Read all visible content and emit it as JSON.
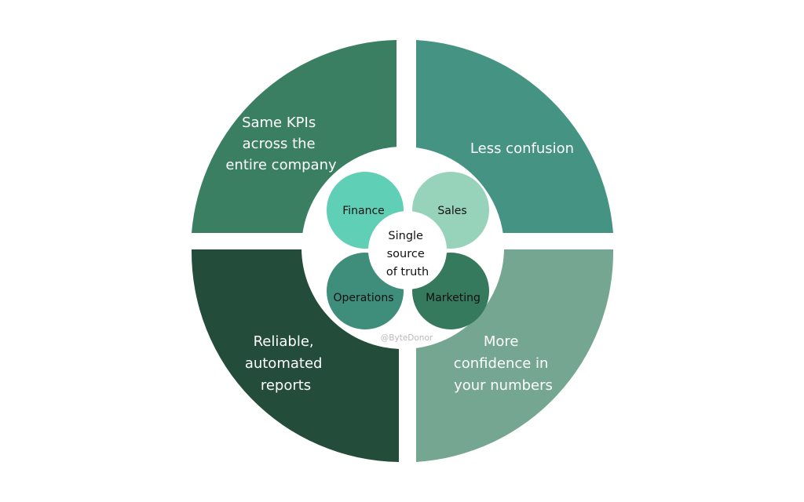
{
  "quadrants": {
    "top_left": {
      "lines": [
        "Same KPIs",
        "across the",
        "entire company"
      ],
      "color": "#3a7f62"
    },
    "top_right": {
      "lines": [
        "Less confusion"
      ],
      "color": "#459382"
    },
    "bottom_left": {
      "lines": [
        "Reliable,",
        "automated",
        "reports"
      ],
      "color": "#234c3a"
    },
    "bottom_right": {
      "lines": [
        "More",
        "confidence in",
        "your numbers"
      ],
      "color": "#74a691"
    }
  },
  "petals": {
    "finance": {
      "label": "Finance",
      "color": "#5fcfb5"
    },
    "sales": {
      "label": "Sales",
      "color": "#97d3bb"
    },
    "operations": {
      "label": "Operations",
      "color": "#3f8e7c"
    },
    "marketing": {
      "label": "Marketing",
      "color": "#367a5e"
    }
  },
  "center": {
    "lines": [
      "Single",
      "source",
      "of truth"
    ]
  },
  "credit": "@ByteDonor"
}
